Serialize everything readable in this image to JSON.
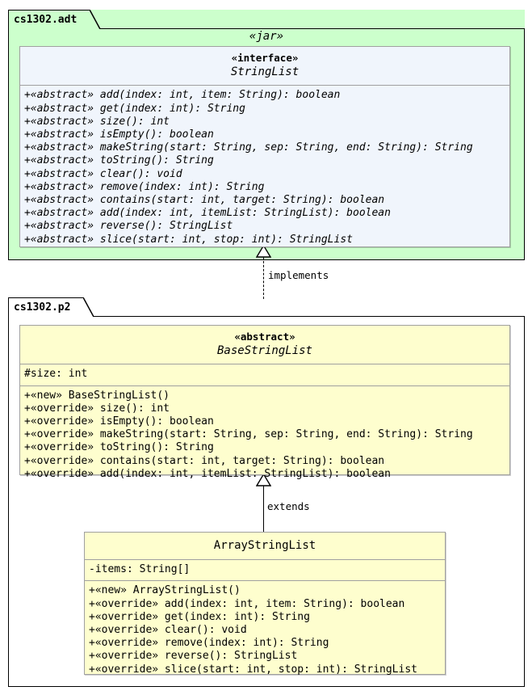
{
  "diagram": {
    "title": "StringList UML class diagram",
    "colors": {
      "package_adt_fill": "#ccffcc",
      "package_p2_fill": "#ffffff",
      "interface_fill": "#f0f5fc",
      "class_fill": "#fefece",
      "border": "#000000",
      "box_border": "#a0a0a0"
    }
  },
  "packages": [
    {
      "name": "cs1302.adt",
      "label": "«jar»",
      "fill": "#ccffcc"
    },
    {
      "name": "cs1302.p2",
      "label": "",
      "fill": "#ffffff"
    }
  ],
  "classifiers": [
    {
      "id": "StringList",
      "stereotype": "«interface»",
      "title": "StringList",
      "kind": "interface",
      "attributes": [],
      "methods": [
        "+«abstract» add(index: int, item: String): boolean",
        "+«abstract» get(index: int): String",
        "+«abstract» size(): int",
        "+«abstract» isEmpty(): boolean",
        "+«abstract» makeString(start: String, sep: String, end: String): String",
        "+«abstract» toString(): String",
        "+«abstract» clear(): void",
        "+«abstract» remove(index: int): String",
        "+«abstract» contains(start: int, target: String): boolean",
        "+«abstract» add(index: int, itemList: StringList): boolean",
        "+«abstract» reverse(): StringList",
        "+«abstract» slice(start: int, stop: int): StringList"
      ]
    },
    {
      "id": "BaseStringList",
      "stereotype": "«abstract»",
      "title": "BaseStringList",
      "kind": "abstract-class",
      "attributes": [
        "#size: int"
      ],
      "methods": [
        "+«new» BaseStringList()",
        "+«override» size(): int",
        "+«override» isEmpty(): boolean",
        "+«override» makeString(start: String, sep: String, end: String): String",
        "+«override» toString(): String",
        "+«override» contains(start: int, target: String): boolean",
        "+«override» add(index: int, itemList: StringList): boolean"
      ]
    },
    {
      "id": "ArrayStringList",
      "stereotype": "",
      "title": "ArrayStringList",
      "kind": "class",
      "attributes": [
        "-items: String[]"
      ],
      "methods": [
        "+«new» ArrayStringList()",
        "+«override» add(index: int, item: String): boolean",
        "+«override» get(index: int): String",
        "+«override» clear(): void",
        "+«override» remove(index: int): String",
        "+«override» reverse(): StringList",
        "+«override» slice(start: int, stop: int): StringList"
      ]
    }
  ],
  "relations": [
    {
      "id": "implements",
      "label": "implements",
      "style": "dashed",
      "from": "BaseStringList",
      "to": "StringList"
    },
    {
      "id": "extends",
      "label": "extends",
      "style": "solid",
      "from": "ArrayStringList",
      "to": "BaseStringList"
    }
  ]
}
